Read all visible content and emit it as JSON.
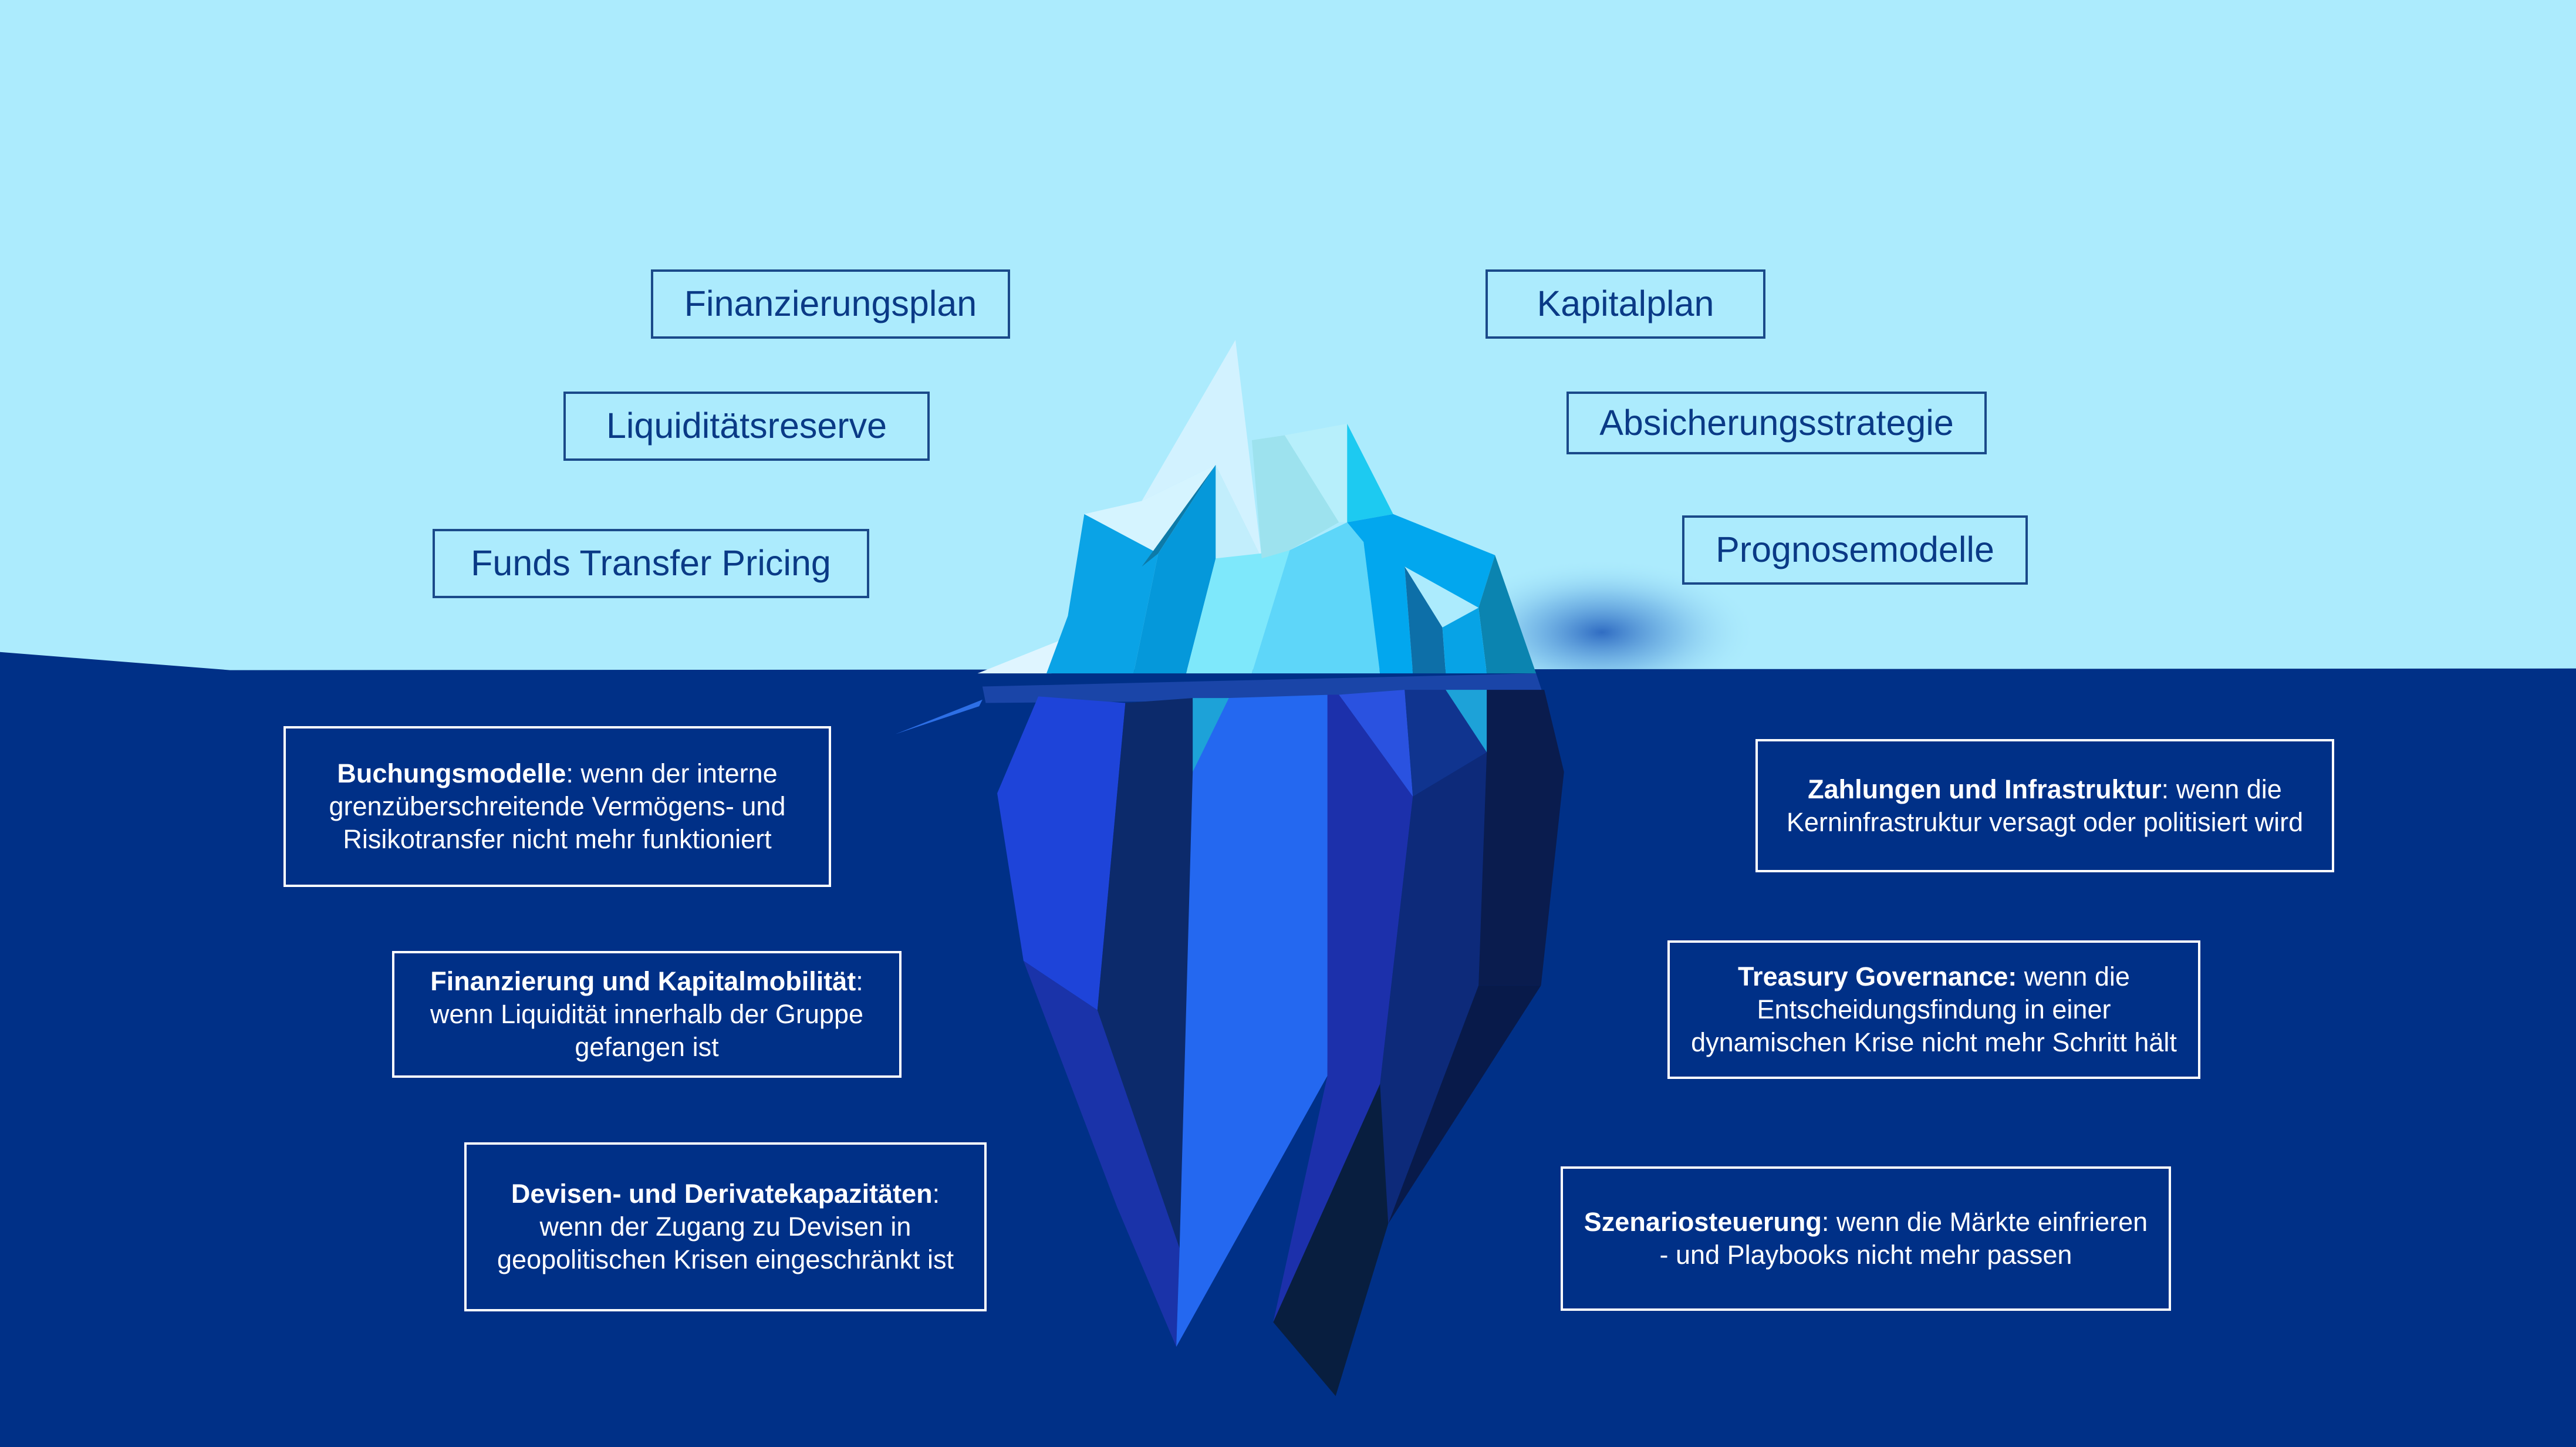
{
  "colors": {
    "sky": "#acebfd",
    "deep_water": "#003087",
    "top_label_border": "#1a4a8a",
    "top_label_text": "#0a3a86",
    "under_label": "#ffffff"
  },
  "above_water": [
    {
      "id": "finanzierungsplan",
      "label": "Finanzierungsplan"
    },
    {
      "id": "liquiditaetsreserve",
      "label": "Liquiditätsreserve"
    },
    {
      "id": "ftp",
      "label": "Funds Transfer Pricing"
    },
    {
      "id": "kapitalplan",
      "label": "Kapitalplan"
    },
    {
      "id": "absicherung",
      "label": "Absicherungsstrategie"
    },
    {
      "id": "prognose",
      "label": "Prognosemodelle"
    }
  ],
  "below_water": [
    {
      "id": "buchungsmodelle",
      "title": "Buchungsmodelle",
      "sep": ": ",
      "line1": "wenn der interne",
      "line2": "grenzüberschreitende Vermögens- und",
      "line3": "Risikotransfer nicht mehr funktioniert"
    },
    {
      "id": "finanzierung-kapital",
      "title": "Finanzierung und Kapitalmobilität",
      "sep": ":",
      "line1": "",
      "line2": "wenn Liquidität innerhalb der Gruppe",
      "line3": "gefangen ist"
    },
    {
      "id": "devisen",
      "title": "Devisen- und Derivatekapazitäten",
      "sep": ":",
      "line1": "",
      "line2": "wenn der Zugang zu Devisen in",
      "line3": "geopolitischen Krisen eingeschränkt ist"
    },
    {
      "id": "zahlungen",
      "title": "Zahlungen und Infrastruktur",
      "sep": ": ",
      "line1": "wenn die",
      "line2": "Kerninfrastruktur versagt oder politisiert wird",
      "line3": ""
    },
    {
      "id": "governance",
      "title": "Treasury Governance:",
      "sep": " ",
      "line1": "wenn die",
      "line2": "Entscheidungsfindung in einer",
      "line3": "dynamischen Krise nicht mehr Schritt hält"
    },
    {
      "id": "szenario",
      "title": "Szenariosteuerung",
      "sep": ": ",
      "line1": "wenn die Märkte einfrieren",
      "line2": "- und Playbooks nicht mehr passen",
      "line3": ""
    }
  ]
}
